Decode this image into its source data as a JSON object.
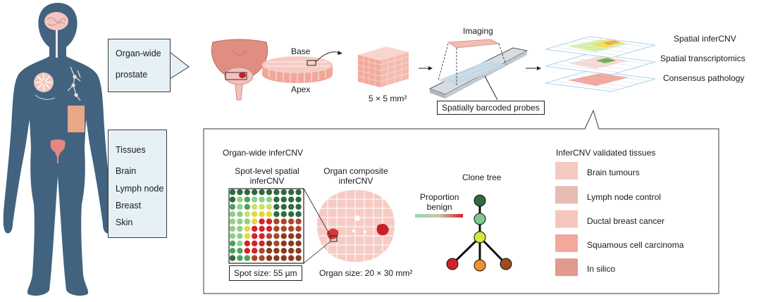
{
  "callouts": {
    "organ_wide_line1": "Organ-wide",
    "organ_wide_line2": "prostate",
    "tissues": [
      "Tissues",
      "Brain",
      "Lymph node",
      "Breast",
      "Skin"
    ]
  },
  "workflow": {
    "base": "Base",
    "apex": "Apex",
    "block_size": "5 × 5 mm²",
    "imaging": "Imaging",
    "probes": "Spatially barcoded probes",
    "layers": [
      "Spatial inferCNV",
      "Spatial transcriptomics",
      "Consensus pathology"
    ]
  },
  "panel": {
    "title": "Organ-wide inferCNV",
    "spot_title_line1": "Spot-level spatial",
    "spot_title_line2": "inferCNV",
    "organ_title_line1": "Organ composite",
    "organ_title_line2": "inferCNV",
    "spot_size": "Spot size: 55 µm",
    "organ_size": "Organ size: 20 × 30 mm²",
    "clone_tree": "Clone tree",
    "proportion_line1": "Proportion",
    "proportion_line2": "benign",
    "validated_title": "InferCNV validated tissues",
    "validated": [
      {
        "label": "Brain tumours",
        "color": "#f6c9c3"
      },
      {
        "label": "Lymph node control",
        "color": "#e6bcb2"
      },
      {
        "label": "Ductal breast cancer",
        "color": "#f5c6bd"
      },
      {
        "label": "Squamous cell carcinoma",
        "color": "#f2a89b"
      },
      {
        "label": "In silico",
        "color": "#e09a8e"
      }
    ]
  },
  "colors": {
    "body": "#41637f",
    "callout_fill": "#e6f1f6",
    "tissue_pink": "#f4c2bb",
    "tumour_red": "#c8202a",
    "benign_green": "#2e6b3f"
  }
}
